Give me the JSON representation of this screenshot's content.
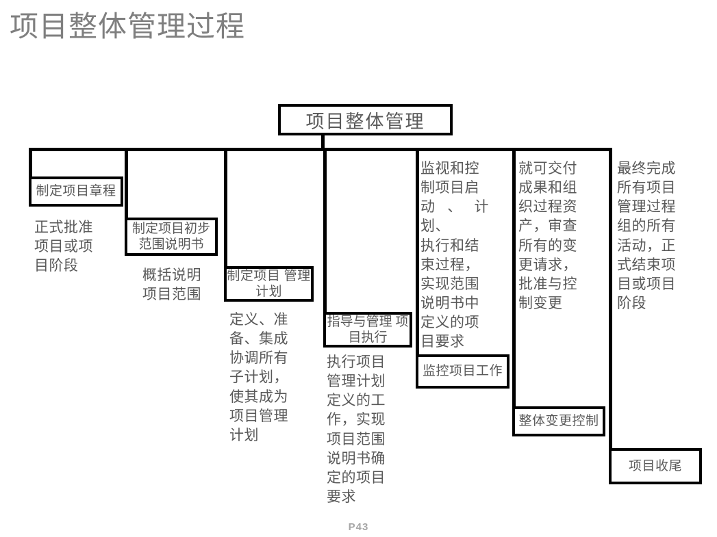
{
  "slide": {
    "title": "项目整体管理过程",
    "footer": "P43",
    "title_color": "#7f7f7f",
    "text_color": "#595959",
    "line_color": "#000000",
    "background": "#ffffff"
  },
  "root": {
    "label": "项目整体管理"
  },
  "columns": [
    {
      "box_label": "制定项目章程",
      "description": "正式批准\n项目或项\n目阶段"
    },
    {
      "box_label": "制定项目初步\n范围说明书",
      "description": "概括说明\n项目范围"
    },
    {
      "box_label": "制定项目\n管理计划",
      "description": "定义、准\n备、集成\n协调所有\n子计划，\n使其成为\n项目管理\n计划"
    },
    {
      "box_label": "指导与管理\n项目执行",
      "description": "执行项目\n管理计划\n定义的工\n作，实现\n项目范围\n说明书确\n定的项目\n要求"
    },
    {
      "box_label": "监控项目工作",
      "description": "监视和控\n制项目启\n动、计划、\n执行和结\n束过程，\n实现范围\n说明书中\n定义的项\n目要求"
    },
    {
      "box_label": "整体变更控制",
      "description": "就可交付\n成果和组\n织过程资\n产，审查\n所有的变\n更请求，\n批准与控\n制变更"
    },
    {
      "box_label": "项目收尾",
      "description": "最终完成\n所有项目\n管理过程\n组的所有\n活动，正\n式结束项\n目或项目\n阶段"
    }
  ]
}
